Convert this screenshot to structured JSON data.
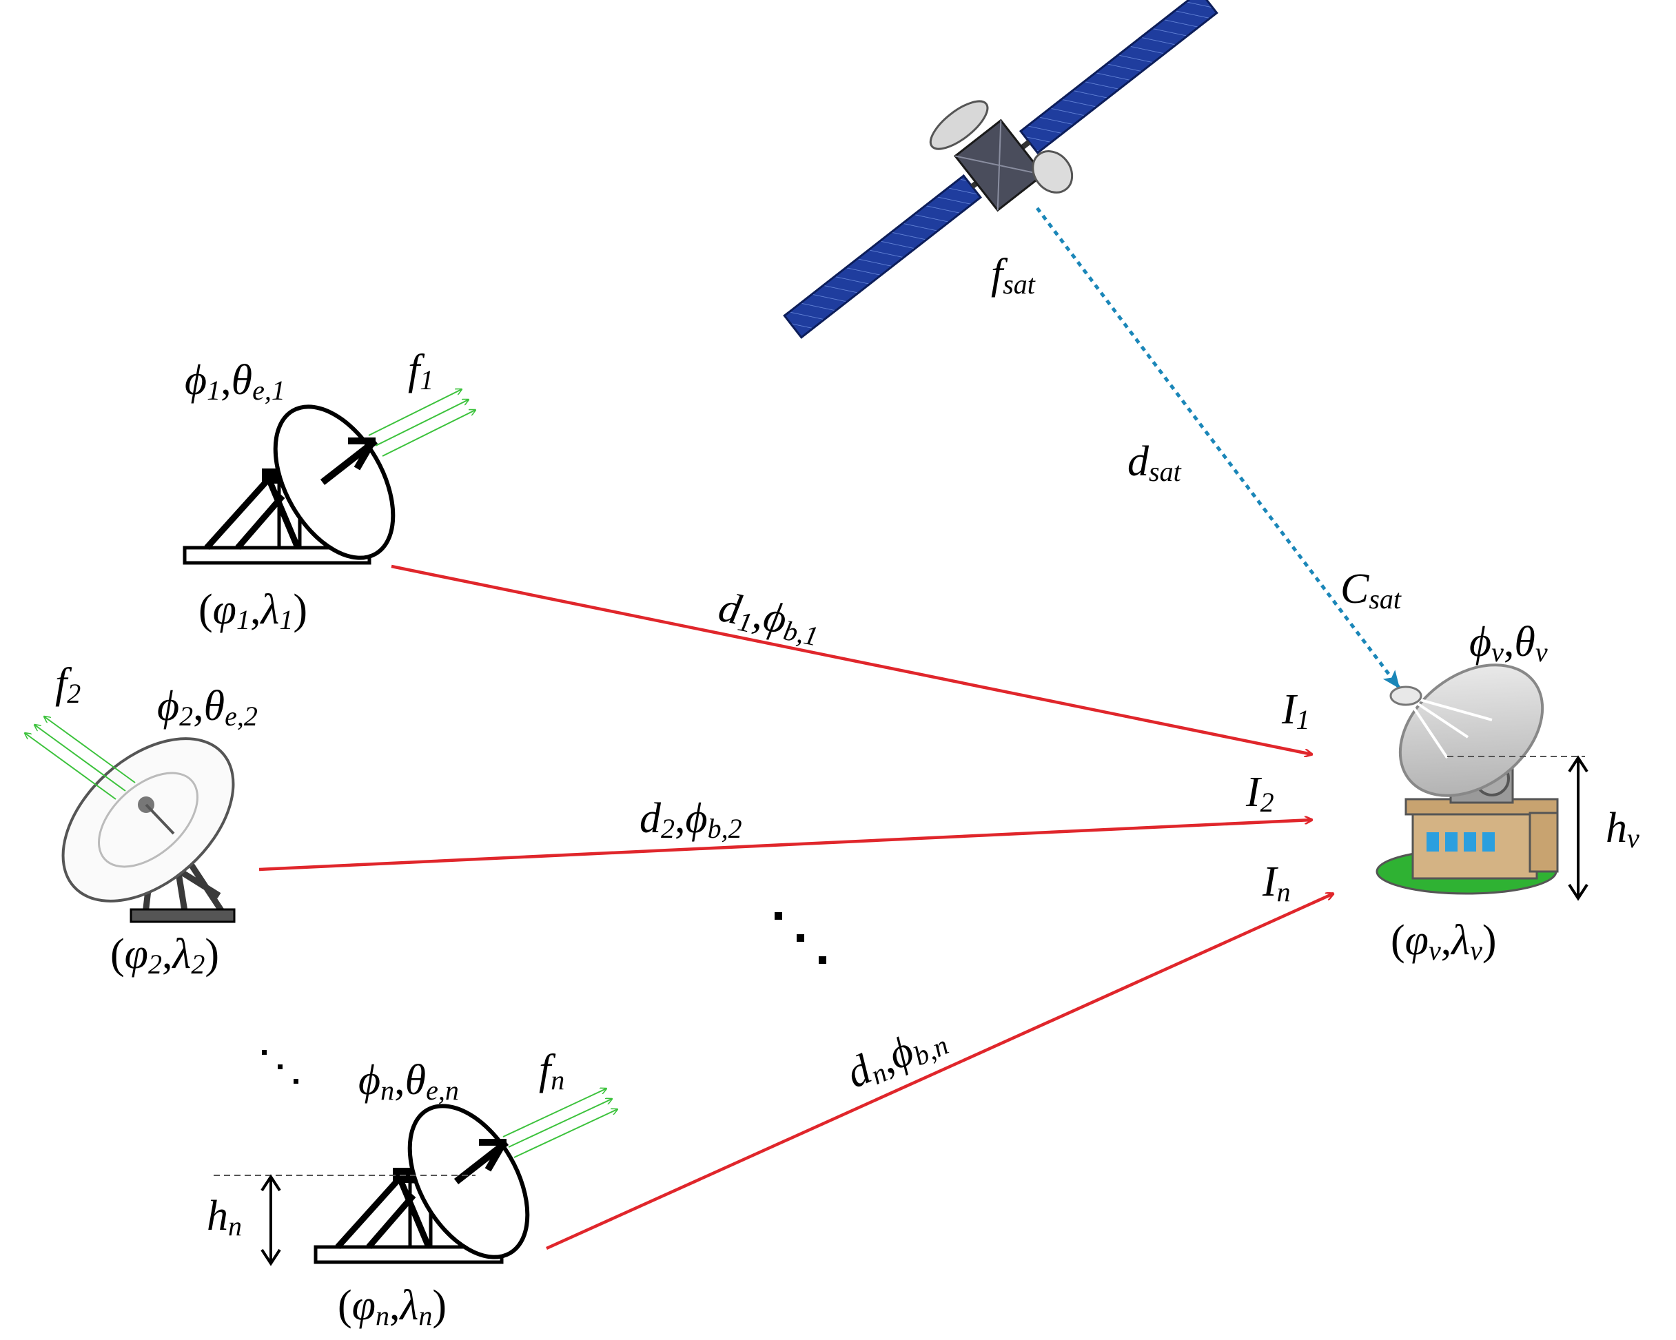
{
  "colors": {
    "interference_link": "#e0262b",
    "satellite_link": "#1a86b8",
    "transmit_beam": "#3cc23c",
    "ink": "#000000",
    "solar_panel": "#1f3d9e",
    "ground": "#2fb233"
  },
  "icons": {
    "satellite": "satellite-icon",
    "earth_station": "dish-antenna-icon",
    "victim_station": "victim-earth-station-icon"
  },
  "satellite": {
    "freq": {
      "base": "f",
      "sub": "sat"
    },
    "dist": {
      "base": "d",
      "sub": "sat"
    },
    "carrier": {
      "base": "C",
      "sub": "sat"
    }
  },
  "interferer1": {
    "orient": {
      "a": "ϕ",
      "a_sub": "1",
      "sep": ",",
      "b": "θ",
      "b_sub": "e,1"
    },
    "freq": {
      "base": "f",
      "sub": "1"
    },
    "coord": {
      "open": "(",
      "a": "φ",
      "a_sub": "1",
      "sep": ",",
      "b": "λ",
      "b_sub": "1",
      "close": ")"
    },
    "link": {
      "a": "d",
      "a_sub": "1",
      "sep": ",",
      "b": "ϕ",
      "b_sub": "b,1"
    },
    "interference": {
      "base": "I",
      "sub": "1"
    }
  },
  "interferer2": {
    "orient": {
      "a": "ϕ",
      "a_sub": "2",
      "sep": ",",
      "b": "θ",
      "b_sub": "e,2"
    },
    "freq": {
      "base": "f",
      "sub": "2"
    },
    "coord": {
      "open": "(",
      "a": "φ",
      "a_sub": "2",
      "sep": ",",
      "b": "λ",
      "b_sub": "2",
      "close": ")"
    },
    "link": {
      "a": "d",
      "a_sub": "2",
      "sep": ",",
      "b": "ϕ",
      "b_sub": "b,2"
    },
    "interference": {
      "base": "I",
      "sub": "2"
    }
  },
  "interferern": {
    "orient": {
      "a": "ϕ",
      "a_sub": "n",
      "sep": ",",
      "b": "θ",
      "b_sub": "e,n"
    },
    "freq": {
      "base": "f",
      "sub": "n"
    },
    "coord": {
      "open": "(",
      "a": "φ",
      "a_sub": "n",
      "sep": ",",
      "b": "λ",
      "b_sub": "n",
      "close": ")"
    },
    "link": {
      "a": "d",
      "a_sub": "n",
      "sep": ",",
      "b": "ϕ",
      "b_sub": "b,n"
    },
    "interference": {
      "base": "I",
      "sub": "n"
    },
    "height": {
      "base": "h",
      "sub": "n"
    }
  },
  "victim": {
    "orient": {
      "a": "ϕ",
      "a_sub": "v",
      "sep": ",",
      "b": "θ",
      "b_sub": "v"
    },
    "coord": {
      "open": "(",
      "a": "φ",
      "a_sub": "v",
      "sep": ",",
      "b": "λ",
      "b_sub": "v",
      "close": ")"
    },
    "height": {
      "base": "h",
      "sub": "v"
    }
  }
}
